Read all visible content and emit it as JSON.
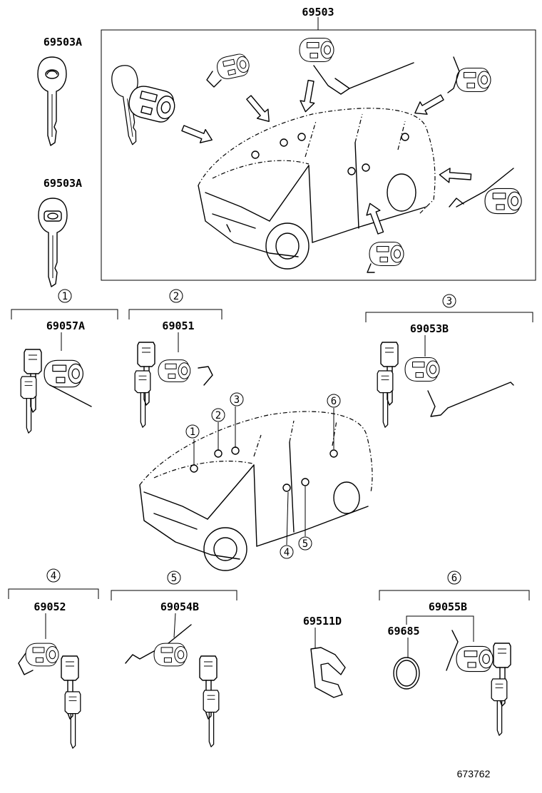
{
  "assembly": {
    "part_number": "69503"
  },
  "keys": [
    {
      "part_number": "69503A"
    },
    {
      "part_number": "69503A"
    }
  ],
  "groups": [
    {
      "index": "1",
      "part_number": "69057A"
    },
    {
      "index": "2",
      "part_number": "69051"
    },
    {
      "index": "3",
      "part_number": "69053B"
    },
    {
      "index": "4",
      "part_number": "69052"
    },
    {
      "index": "5",
      "part_number": "69054B"
    },
    {
      "index": "6",
      "part_number": "69055B"
    }
  ],
  "extras": [
    {
      "part_number": "69511D"
    },
    {
      "part_number": "69685"
    }
  ],
  "locator": {
    "markers": [
      "1",
      "2",
      "3",
      "4",
      "5",
      "6"
    ]
  },
  "reference": "673762"
}
